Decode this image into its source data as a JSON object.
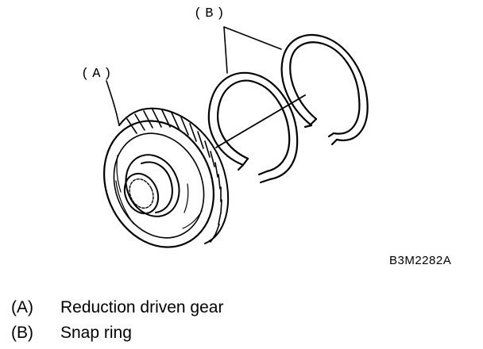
{
  "callouts": {
    "a": "(A)",
    "b": "(B)"
  },
  "figure_code": "B3M2282A",
  "legend": [
    {
      "key": "(A)",
      "label": "Reduction driven gear"
    },
    {
      "key": "(B)",
      "label": "Snap ring"
    }
  ]
}
